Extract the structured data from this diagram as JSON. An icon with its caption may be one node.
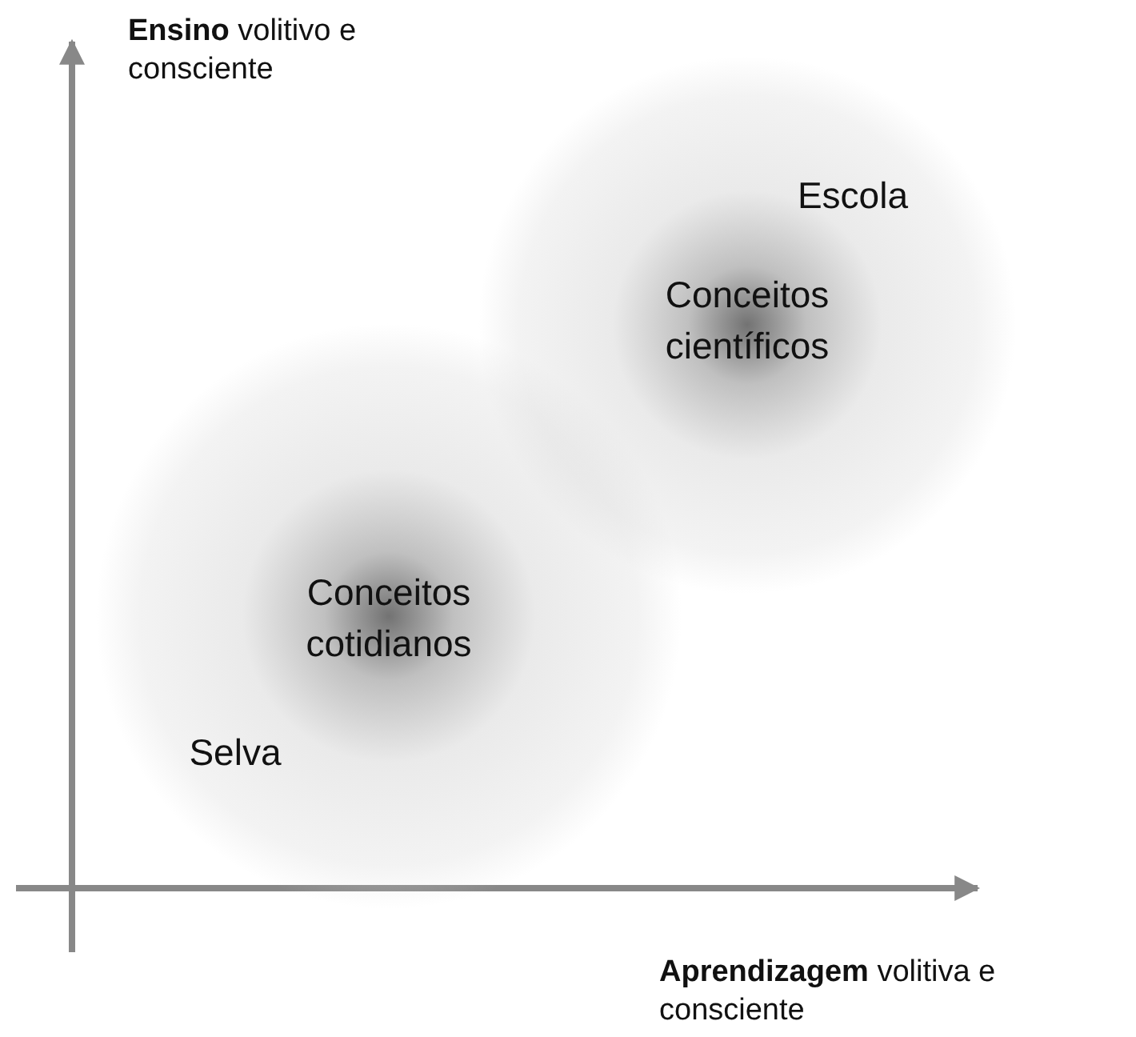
{
  "diagram": {
    "nodes": [
      {
        "text": [
          "Escola",
          "Conceitos científicos"
        ]
      },
      {
        "text": [
          "Conceitos cotidianos",
          "Selva"
        ]
      }
    ],
    "labels": [
      "**Ensino** volitivo e consciente",
      "**Aprendizagem** volitiva e consciente"
    ]
  }
}
